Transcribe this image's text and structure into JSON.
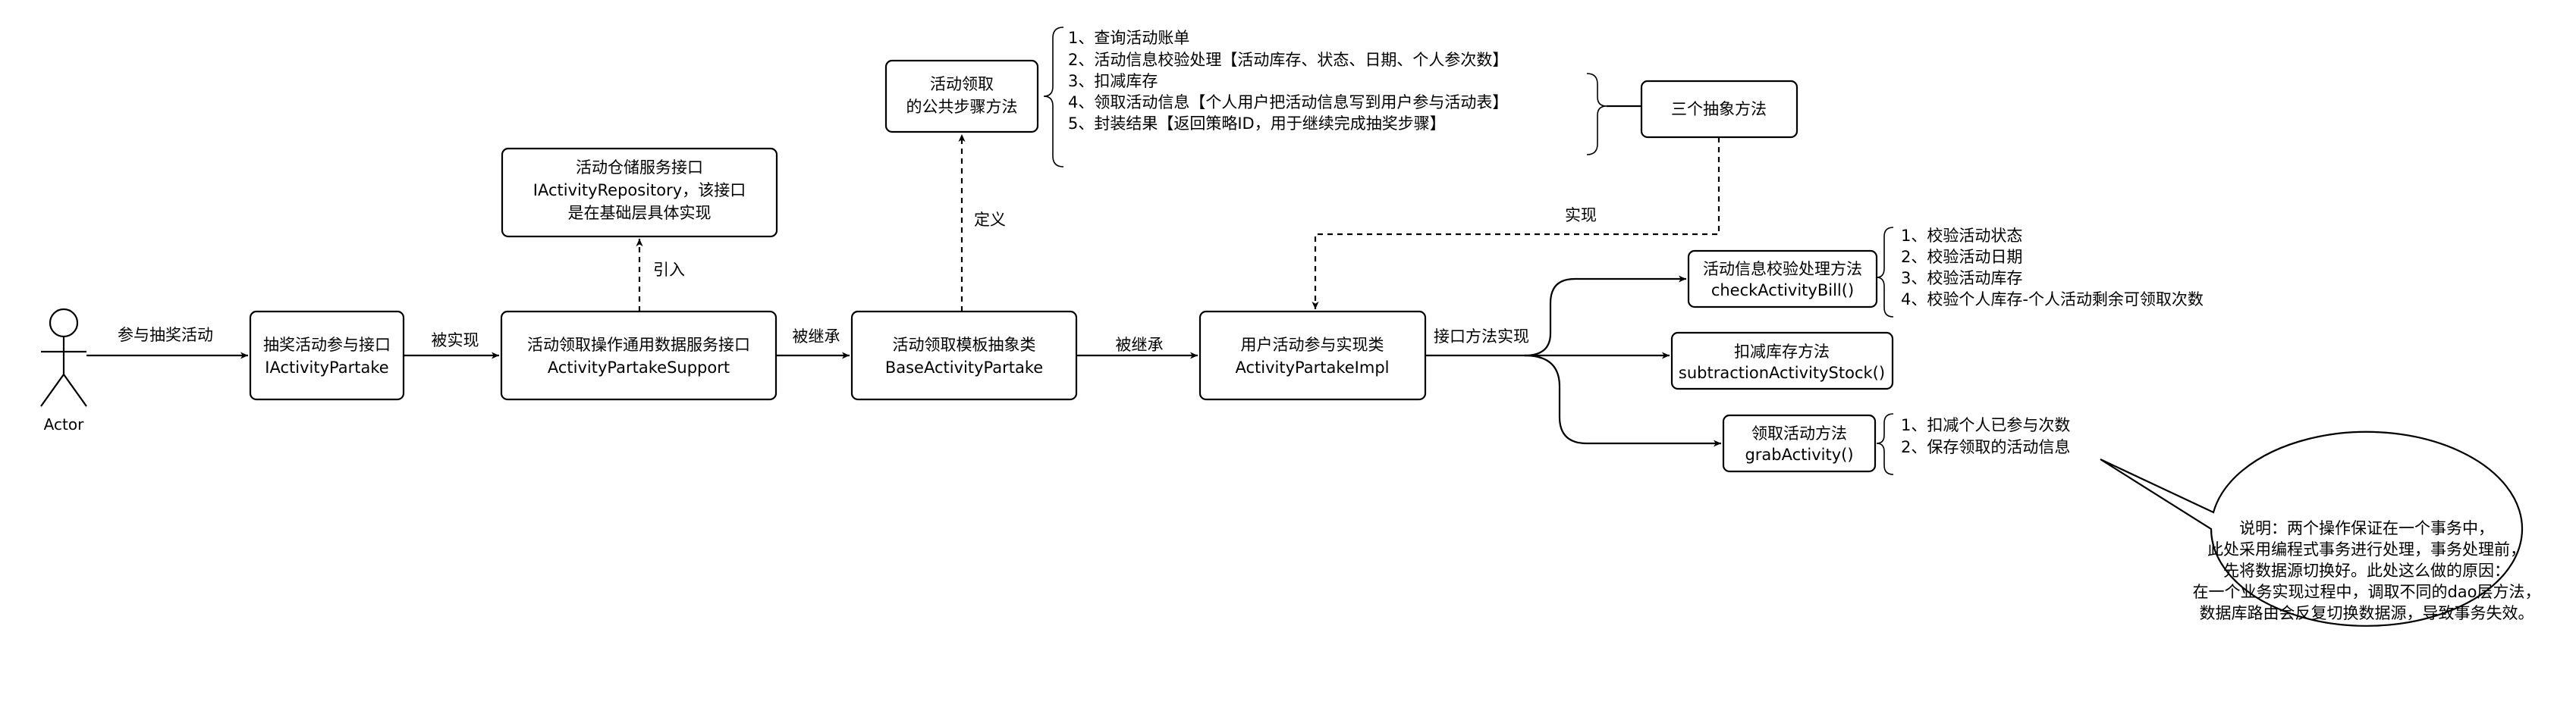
{
  "actor": {
    "label": "Actor"
  },
  "boxes": {
    "iactivity_partake": {
      "line1": "抽奖活动参与接口",
      "line2": "IActivityPartake"
    },
    "support": {
      "line1": "活动领取操作通用数据服务接口",
      "line2": "ActivityPartakeSupport"
    },
    "base": {
      "line1": "活动领取模板抽象类",
      "line2": "BaseActivityPartake"
    },
    "impl": {
      "line1": "用户活动参与实现类",
      "line2": "ActivityPartakeImpl"
    },
    "repository": {
      "line1": "活动仓储服务接口",
      "line2": "IActivityRepository，该接口",
      "line3": "是在基础层具体实现"
    },
    "common_steps": {
      "line1": "活动领取",
      "line2": "的公共步骤方法"
    },
    "three_methods": {
      "line1": "三个抽象方法"
    },
    "check": {
      "line1": "活动信息校验处理方法",
      "line2": "checkActivityBill()"
    },
    "subtract": {
      "line1": "扣减库存方法",
      "line2": "subtractionActivityStock()"
    },
    "grab": {
      "line1": "领取活动方法",
      "line2": "grabActivity()"
    }
  },
  "edge_labels": {
    "join_draw": "参与抽奖活动",
    "implemented": "被实现",
    "inherited1": "被继承",
    "inherited2": "被继承",
    "introduce": "引入",
    "define": "定义",
    "implement": "实现",
    "interface_impl": "接口方法实现"
  },
  "steps_list": [
    "1、查询活动账单",
    "2、活动信息校验处理【活动库存、状态、日期、个人参次数】",
    "3、扣减库存",
    "4、领取活动信息【个人用户把活动信息写到用户参与活动表】",
    "5、封装结果【返回策略ID，用于继续完成抽奖步骤】"
  ],
  "check_list": [
    "1、校验活动状态",
    "2、校验活动日期",
    "3、校验活动库存",
    "4、校验个人库存-个人活动剩余可领取次数"
  ],
  "grab_list": [
    "1、扣减个人已参与次数",
    "2、保存领取的活动信息"
  ],
  "note": [
    "说明：两个操作保证在一个事务中，",
    "此处采用编程式事务进行处理，事务处理前，",
    "先将数据源切换好。此处这么做的原因：",
    "在一个业务实现过程中，调取不同的dao层方法，",
    "数据库路由会反复切换数据源，导致事务失效。"
  ]
}
